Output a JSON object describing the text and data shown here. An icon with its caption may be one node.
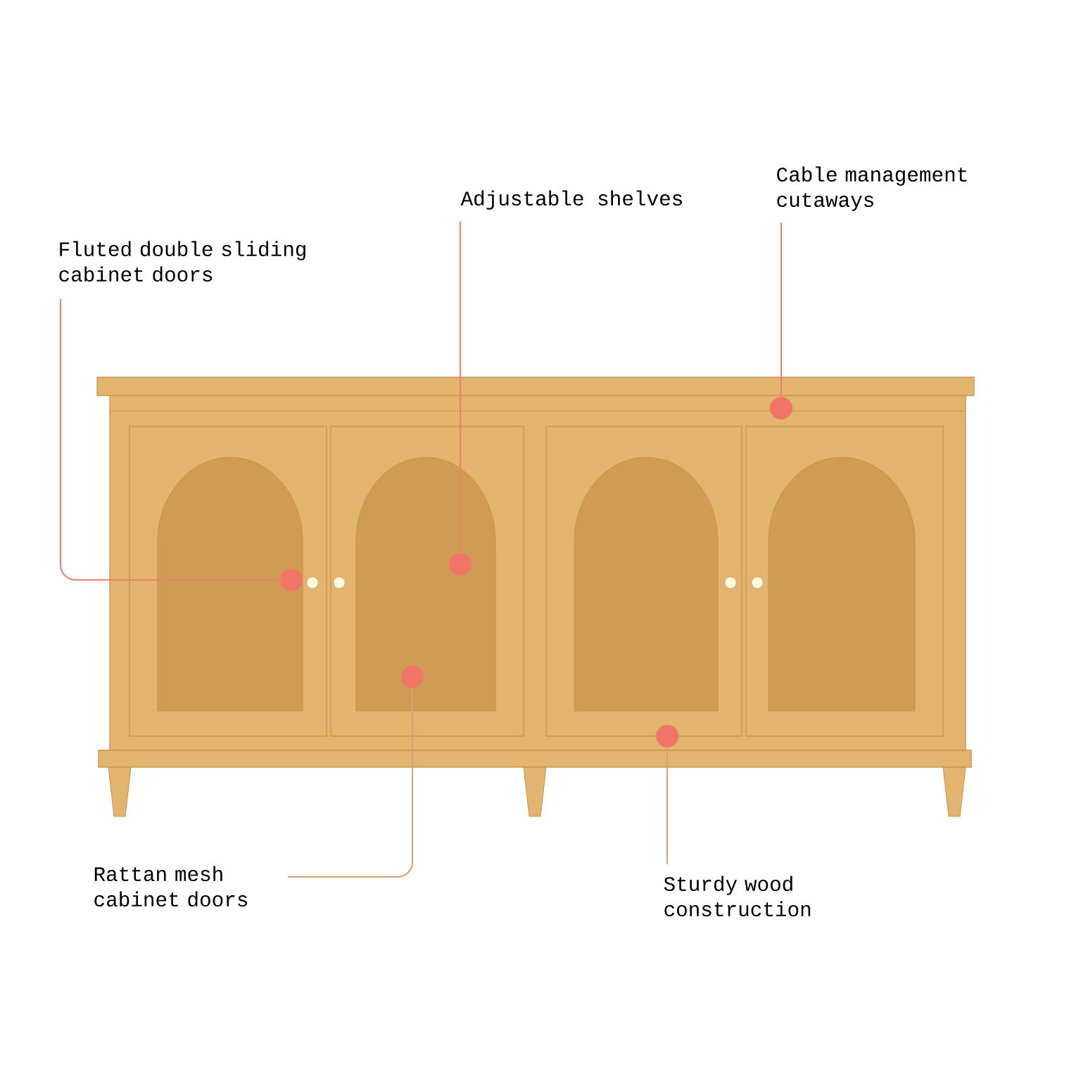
{
  "diagram": {
    "nodes": [
      {
        "text": [
          "Cable management cutaways"
        ]
      },
      {
        "text": [
          "Adjustable shelves"
        ]
      },
      {
        "text": [
          "Fluted double sliding cabinet doors"
        ]
      },
      {
        "text": [
          "Rattan mesh cabinet doors"
        ]
      },
      {
        "text": [
          "Sturdy wood construction"
        ]
      },
      {
        "text": [],
        "shape": "circle"
      },
      {
        "text": [],
        "shape": "circle"
      },
      {
        "text": [],
        "shape": "circle"
      },
      {
        "text": [],
        "shape": "circle"
      },
      {
        "text": [],
        "shape": "circle"
      }
    ],
    "edges": [
      {
        "from": 2,
        "to": 5,
        "arrow": "none"
      },
      {
        "from": 1,
        "to": 7,
        "arrow": "none"
      },
      {
        "from": 0,
        "to": 9,
        "arrow": "none"
      },
      {
        "from": 3,
        "to": 6,
        "arrow": "none",
        "color": "#d4a373"
      },
      {
        "from": 4,
        "to": 8,
        "arrow": "none",
        "color": "#d4a373"
      }
    ]
  }
}
